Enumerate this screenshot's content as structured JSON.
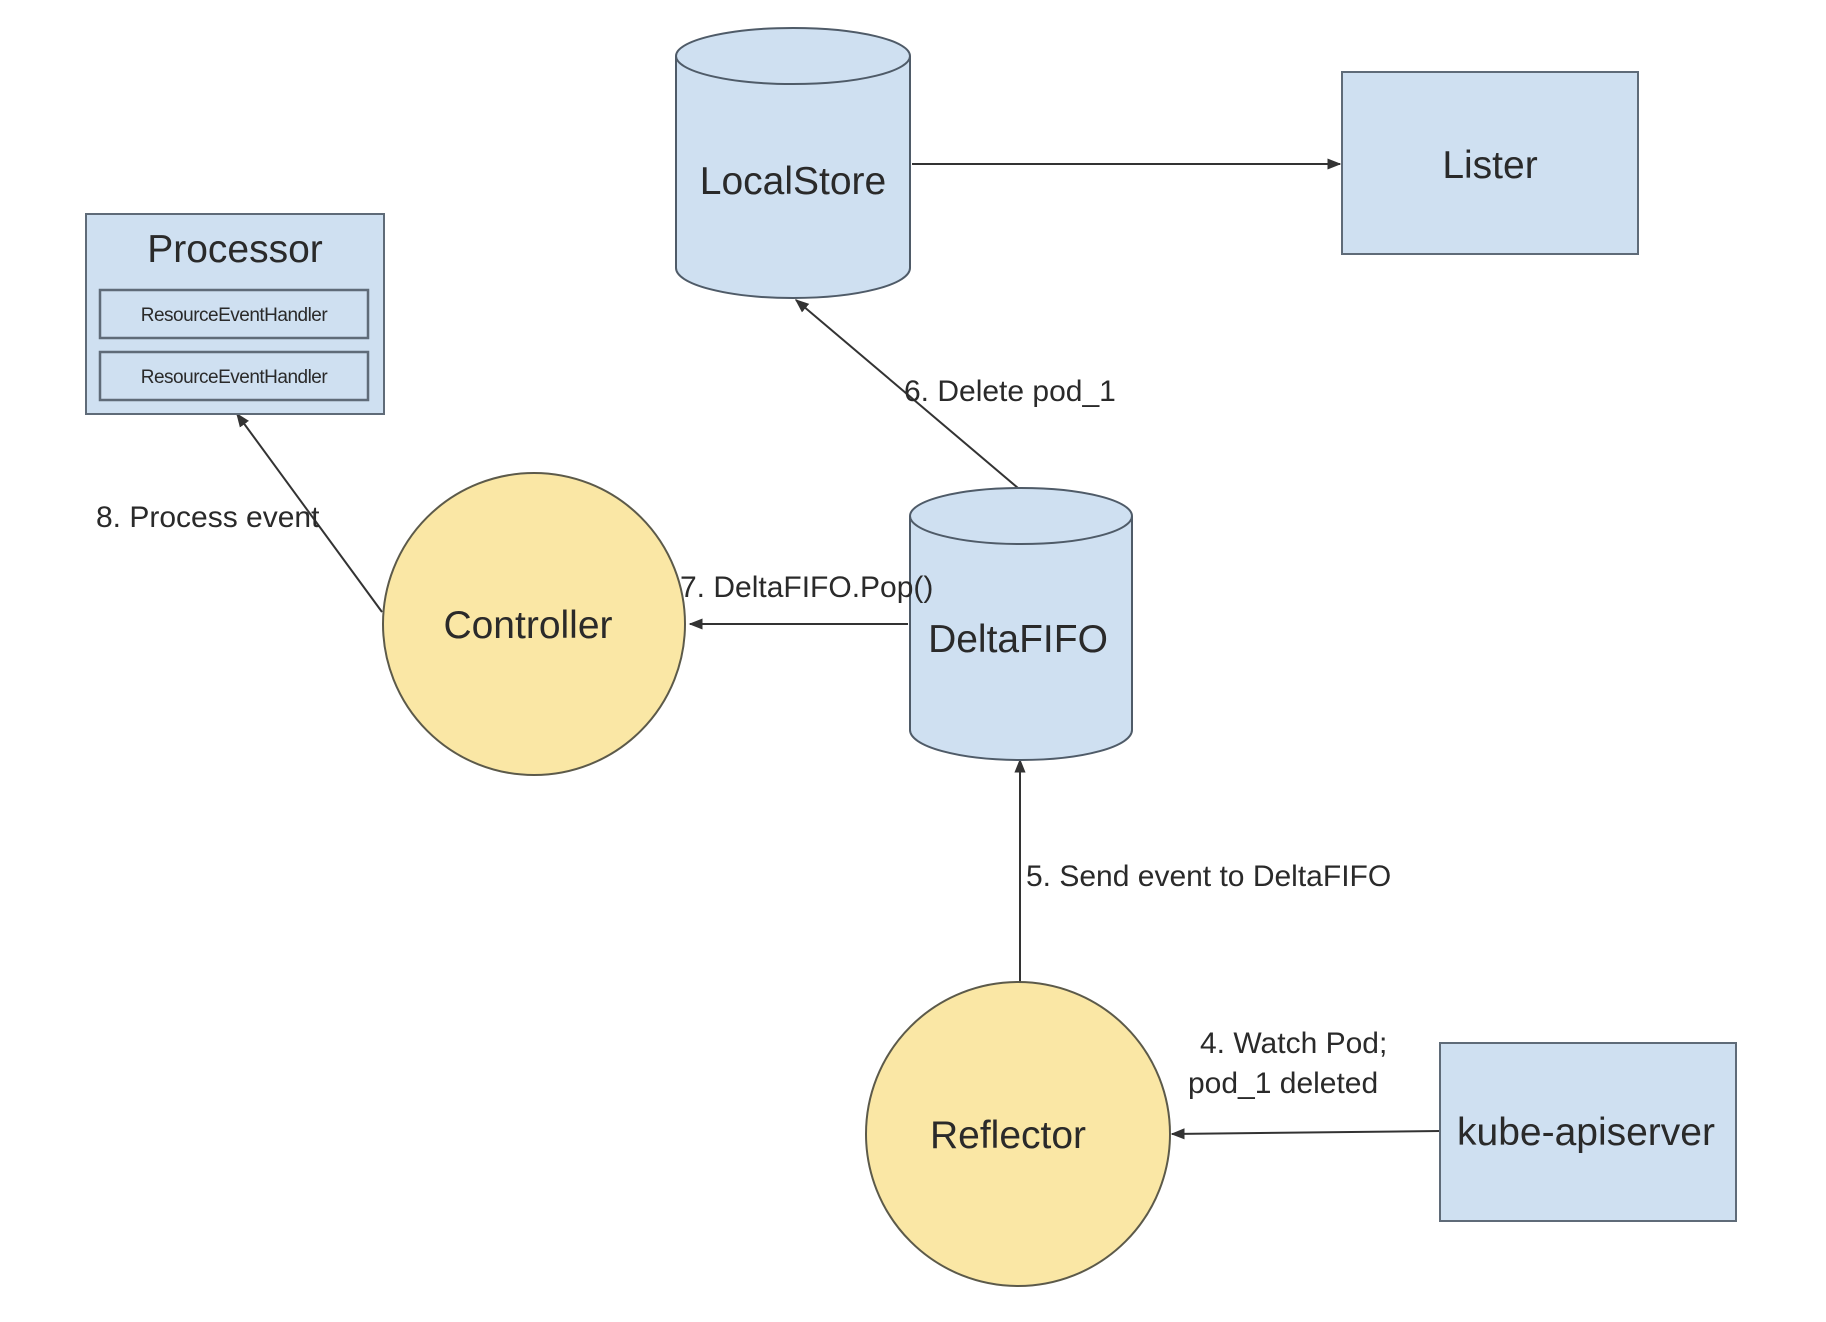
{
  "nodes": {
    "local_store": "LocalStore",
    "lister": "Lister",
    "processor": "Processor",
    "handler_1": "ResourceEventHandler",
    "handler_2": "ResourceEventHandler",
    "controller": "Controller",
    "delta_fifo": "DeltaFIFO",
    "reflector": "Reflector",
    "kube_apiserver": "kube-apiserver"
  },
  "edges": {
    "watch_line1": "4. Watch Pod;",
    "watch_line2": "pod_1 deleted",
    "send_event": "5. Send event to DeltaFIFO",
    "delete_pod": "6. Delete pod_1",
    "pop": "7. DeltaFIFO.Pop()",
    "process_event": "8. Process event"
  },
  "colors": {
    "box_fill": "#cfe0f1",
    "circle_fill": "#fae7a5",
    "line": "#333333"
  }
}
